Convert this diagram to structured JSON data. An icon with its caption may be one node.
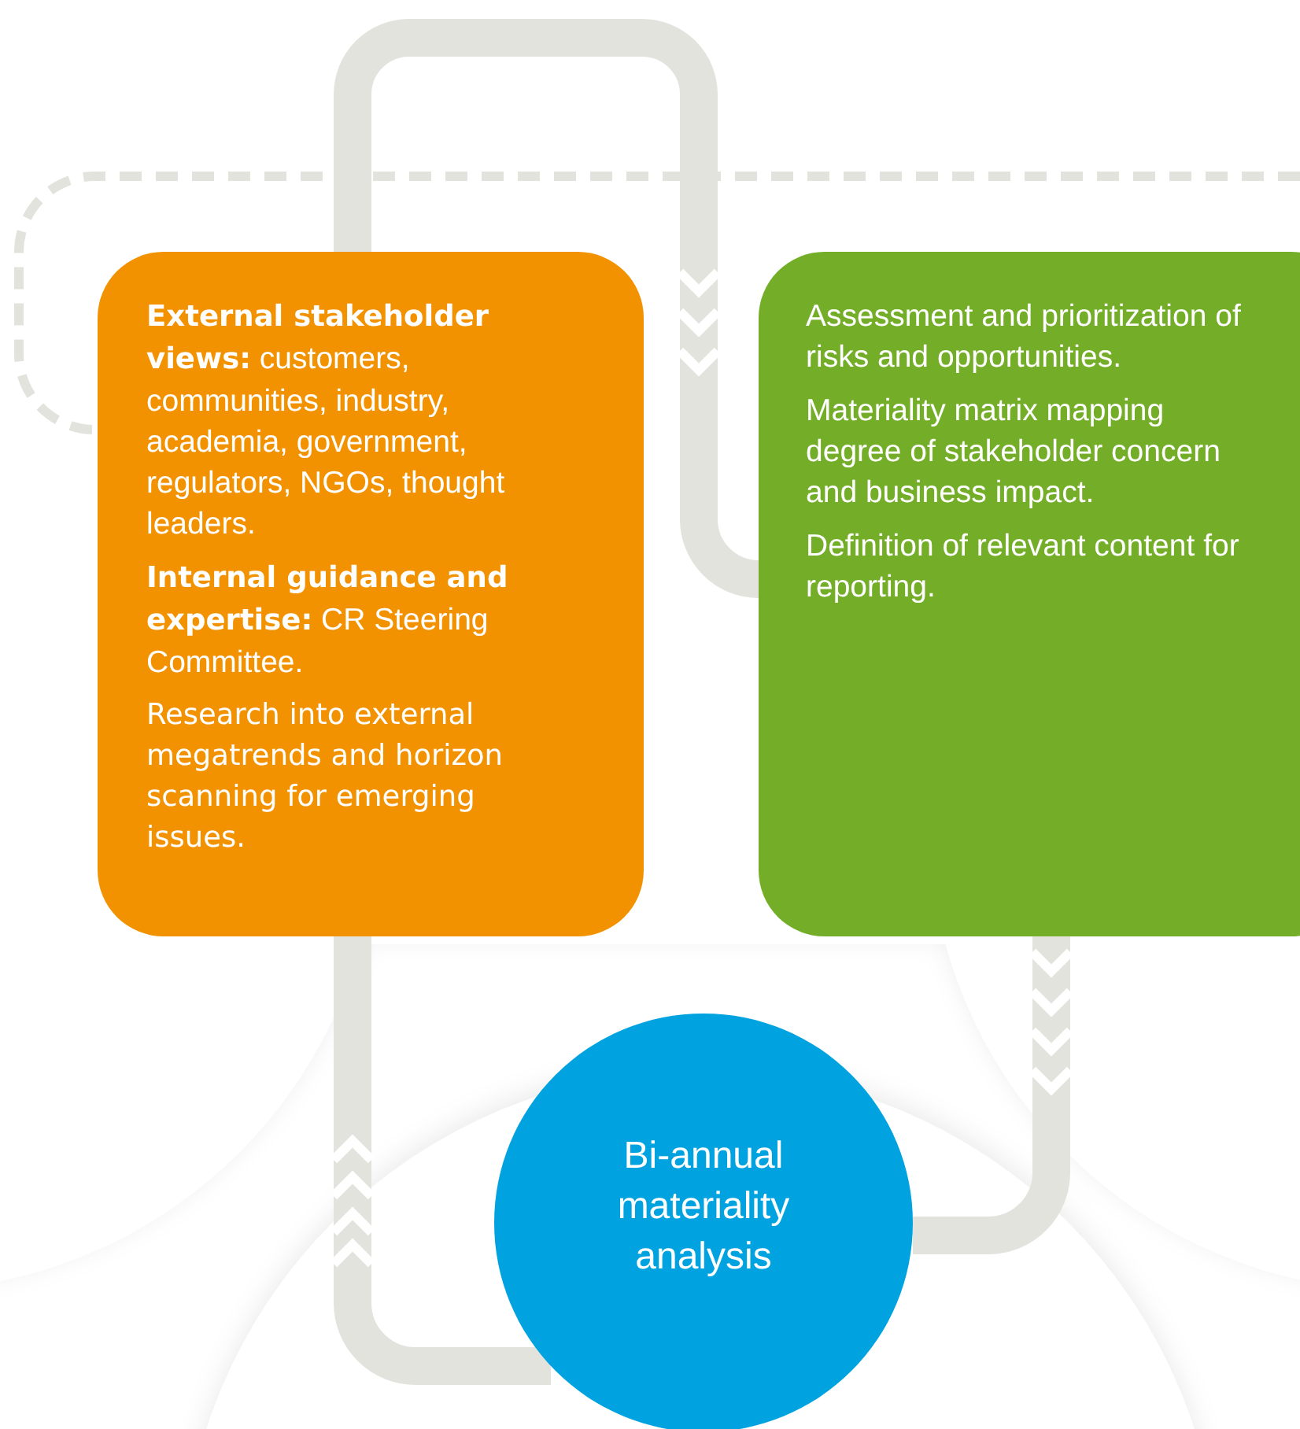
{
  "diagram": {
    "nodes": [
      {
        "text": [
          "**External stakeholder views:** customers, communities, industry, academia, government, regulators, NGOs, thought leaders.",
          "**Internal guidance and expertise:** CR Steering Committee.",
          "Research into external megatrends and horizon scanning for emerging issues."
        ]
      },
      {
        "text": [
          "Assessment and prioritization of risks and opportunities.",
          "Materiality matrix mapping degree of stakeholder concern and business impact.",
          "Definition of relevant content for reporting."
        ]
      },
      {
        "text": [
          "Bi-annual materiality analysis"
        ]
      }
    ],
    "edges": [
      {
        "from": 0,
        "to": 1,
        "arrow": "to"
      },
      {
        "from": 1,
        "to": 2,
        "arrow": "to"
      },
      {
        "from": 2,
        "to": 0,
        "arrow": "to"
      }
    ]
  }
}
